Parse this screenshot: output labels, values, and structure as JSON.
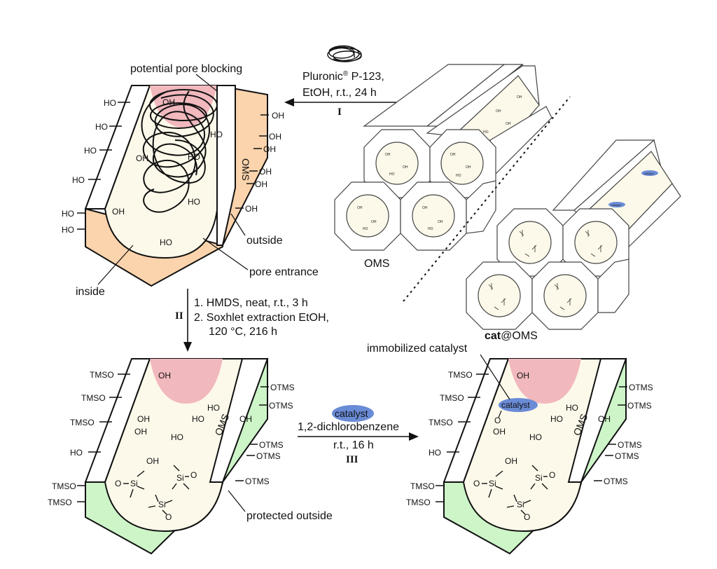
{
  "step_I": {
    "reagent_prefix": "Pluronic",
    "reagent_mark": "®",
    "reagent_suffix": " P-123,",
    "conditions": "EtOH, r.t., 24 h",
    "numeral": "I"
  },
  "step_II": {
    "line1": "1. HMDS, neat, r.t., 3 h",
    "line2": "2. Soxhlet extraction EtOH,",
    "line3": "120 °C, 216 h",
    "numeral": "II"
  },
  "step_III": {
    "catalyst": "catalyst",
    "solvent": "1,2-dichlorobenzene",
    "conditions": "r.t., 16 h",
    "numeral": "III"
  },
  "labels": {
    "pore_blocking": "potential pore blocking",
    "outside": "outside",
    "pore_entrance": "pore entrance",
    "inside": "inside",
    "oms_caption": "OMS",
    "cat_bold": "cat",
    "cat_rest": "@OMS",
    "protected_outside": "protected outside",
    "immobilized_catalyst": "immobilized catalyst",
    "oms_side": "OMS",
    "catalyst_tag": "catalyst",
    "catalyst_tiny": "catalyst"
  },
  "groups": {
    "oh": "OH",
    "ho": "HO",
    "tmso": "TMSO",
    "otms": "OTMS",
    "si": "Si",
    "o": "O"
  },
  "colors": {
    "pore_interior": "#fdf9ea",
    "pore_blocking_pink": "#f1b8bd",
    "outside_orange": "#fbd3ac",
    "protected_green": "#cdf5c8",
    "catalyst_blue": "#6a8bd6",
    "line": "#111111"
  }
}
